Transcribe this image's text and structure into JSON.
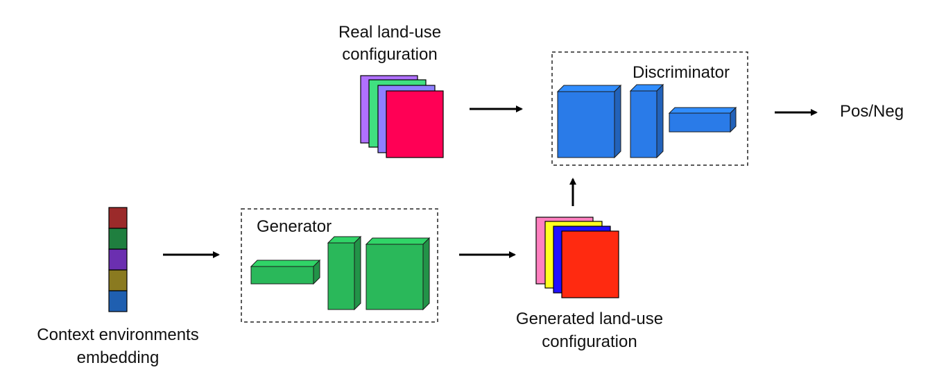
{
  "labels": {
    "real_line1": "Real land-use",
    "real_line2": "configuration",
    "discriminator": "Discriminator",
    "output": "Pos/Neg",
    "generator": "Generator",
    "generated_line1": "Generated land-use",
    "generated_line2": "configuration",
    "context_line1": "Context environments",
    "context_line2": "embedding"
  },
  "colors": {
    "embedding_segments": [
      "#9b2a2a",
      "#1f7f3f",
      "#6b2fb0",
      "#8a7a20",
      "#1f5fb0"
    ],
    "real_layers": [
      "#b070ff",
      "#40e080",
      "#8f7fff",
      "#ff0055"
    ],
    "generated_layers": [
      "#ff80c0",
      "#ffff20",
      "#2010ff",
      "#ff2a10"
    ],
    "discriminator_blocks": "#2a7be8",
    "generator_blocks": "#2ab85a"
  }
}
